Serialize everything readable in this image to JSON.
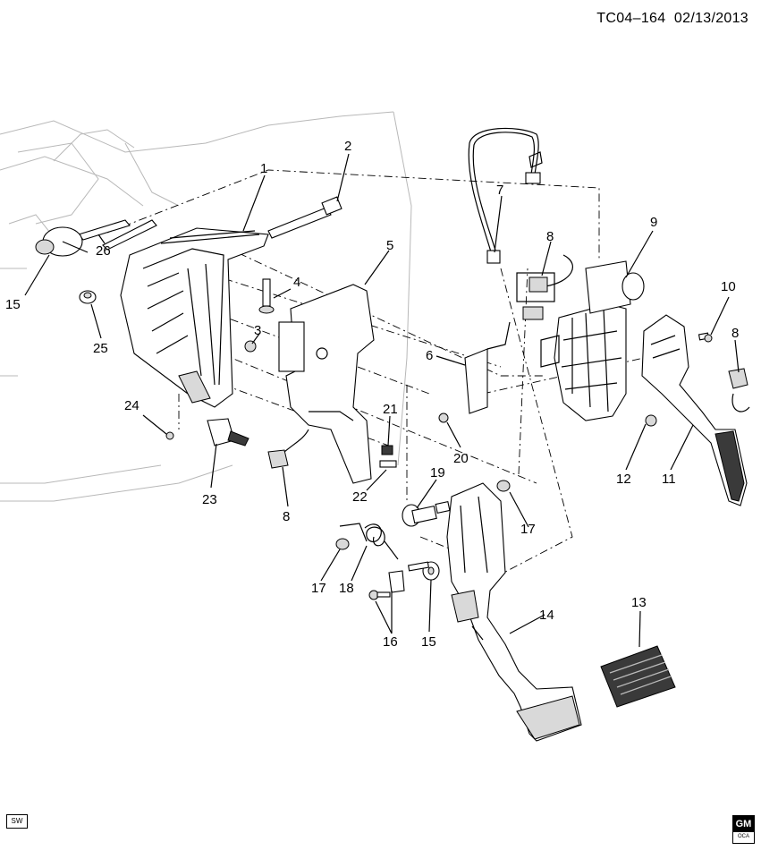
{
  "header": {
    "code": "TC04–164",
    "date": "02/13/2013"
  },
  "badges": {
    "sw": "SW",
    "gm_top": "GM",
    "gm_bottom": "OCA"
  },
  "callouts": [
    {
      "id": "c1",
      "text": "1"
    },
    {
      "id": "c2",
      "text": "2"
    },
    {
      "id": "c3",
      "text": "3"
    },
    {
      "id": "c4",
      "text": "4"
    },
    {
      "id": "c5",
      "text": "5"
    },
    {
      "id": "c6",
      "text": "6"
    },
    {
      "id": "c7",
      "text": "7"
    },
    {
      "id": "c8a",
      "text": "8"
    },
    {
      "id": "c8b",
      "text": "8"
    },
    {
      "id": "c8c",
      "text": "8"
    },
    {
      "id": "c9",
      "text": "9"
    },
    {
      "id": "c10",
      "text": "10"
    },
    {
      "id": "c11",
      "text": "11"
    },
    {
      "id": "c12",
      "text": "12"
    },
    {
      "id": "c13",
      "text": "13"
    },
    {
      "id": "c14",
      "text": "14"
    },
    {
      "id": "c15a",
      "text": "15"
    },
    {
      "id": "c15b",
      "text": "15"
    },
    {
      "id": "c16",
      "text": "16"
    },
    {
      "id": "c17a",
      "text": "17"
    },
    {
      "id": "c17b",
      "text": "17"
    },
    {
      "id": "c18",
      "text": "18"
    },
    {
      "id": "c19",
      "text": "19"
    },
    {
      "id": "c20",
      "text": "20"
    },
    {
      "id": "c21",
      "text": "21"
    },
    {
      "id": "c22",
      "text": "22"
    },
    {
      "id": "c23",
      "text": "23"
    },
    {
      "id": "c24",
      "text": "24"
    },
    {
      "id": "c25",
      "text": "25"
    },
    {
      "id": "c26",
      "text": "26"
    }
  ]
}
